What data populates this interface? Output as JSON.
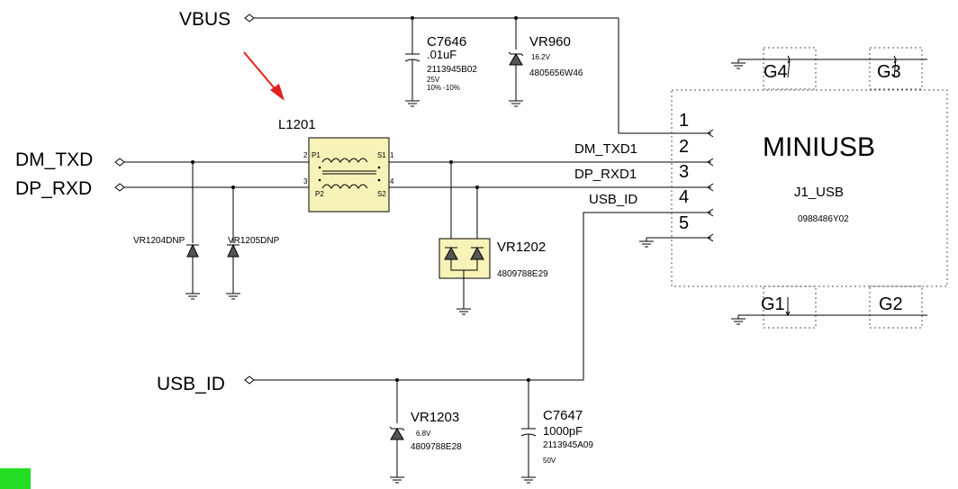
{
  "ports": {
    "vbus": "VBUS",
    "dm_txd": "DM_TXD",
    "dp_rxd": "DP_RXD",
    "usb_id": "USB_ID"
  },
  "nets": {
    "dm_txd1": "DM_TXD1",
    "dp_rxd1": "DP_RXD1",
    "usb_id": "USB_ID"
  },
  "c7646": {
    "ref": "C7646",
    "value": ".01uF",
    "part": "2113945B02",
    "voltage": "25V",
    "tolerance": "10% -10%"
  },
  "vr960": {
    "ref": "VR960",
    "voltage": "16.2V",
    "part": "4805656W46"
  },
  "l1201": {
    "ref": "L1201",
    "p1": "P1",
    "p2": "P2",
    "s1": "S1",
    "s2": "S2",
    "pin2": "2",
    "pin3": "3",
    "pin1": "1",
    "pin4": "4"
  },
  "vr1204": {
    "ref": "VR1204DNP"
  },
  "vr1205": {
    "ref": "VR1205DNP"
  },
  "vr1202": {
    "ref": "VR1202",
    "part": "4809788E29"
  },
  "vr1203": {
    "ref": "VR1203",
    "voltage": "6.8V",
    "part": "4809788E28"
  },
  "c7647": {
    "ref": "C7647",
    "value": "1000pF",
    "part": "2113945A09",
    "voltage": "50V"
  },
  "j1": {
    "name": "MINIUSB",
    "ref": "J1_USB",
    "part": "0988486Y02",
    "pins": [
      "1",
      "2",
      "3",
      "4",
      "5"
    ],
    "shields": [
      "G4",
      "G3",
      "G1",
      "G2"
    ]
  },
  "colors": {
    "component_fill": "#f7f2b8",
    "arrow": "#e02020",
    "marker": "#22dd22"
  }
}
